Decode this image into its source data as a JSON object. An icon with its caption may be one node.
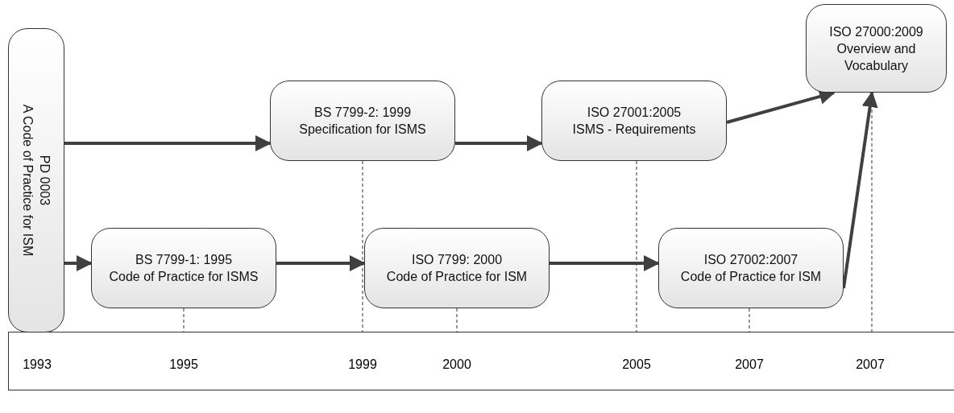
{
  "diagram": {
    "nodes": [
      {
        "text": [
          "PD 0003",
          "A Code of Practice for ISM"
        ]
      },
      {
        "text": [
          "BS 7799-2: 1999",
          "Specification for ISMS"
        ]
      },
      {
        "text": [
          "ISO 27001:2005",
          "ISMS - Requirements"
        ]
      },
      {
        "text": [
          "ISO 27000:2009",
          "Overview and Vocabulary"
        ]
      },
      {
        "text": [
          "BS 7799-1: 1995",
          "Code of Practice for ISMS"
        ]
      },
      {
        "text": [
          "ISO 7799: 2000",
          "Code of Practice for ISM"
        ]
      },
      {
        "text": [
          "ISO 27002:2007",
          "Code of Practice for ISM"
        ]
      }
    ],
    "edges": [
      {
        "from": 0,
        "to": 1,
        "arrow": "to"
      },
      {
        "from": 1,
        "to": 2,
        "arrow": "to"
      },
      {
        "from": 2,
        "to": 3,
        "arrow": "to"
      },
      {
        "from": 0,
        "to": 4,
        "arrow": "to"
      },
      {
        "from": 4,
        "to": 5,
        "arrow": "to"
      },
      {
        "from": 5,
        "to": 6,
        "arrow": "to"
      },
      {
        "from": 6,
        "to": 3,
        "arrow": "to"
      }
    ],
    "labels": [
      "1993",
      "1995",
      "1999",
      "2000",
      "2005",
      "2007",
      "2007"
    ]
  }
}
